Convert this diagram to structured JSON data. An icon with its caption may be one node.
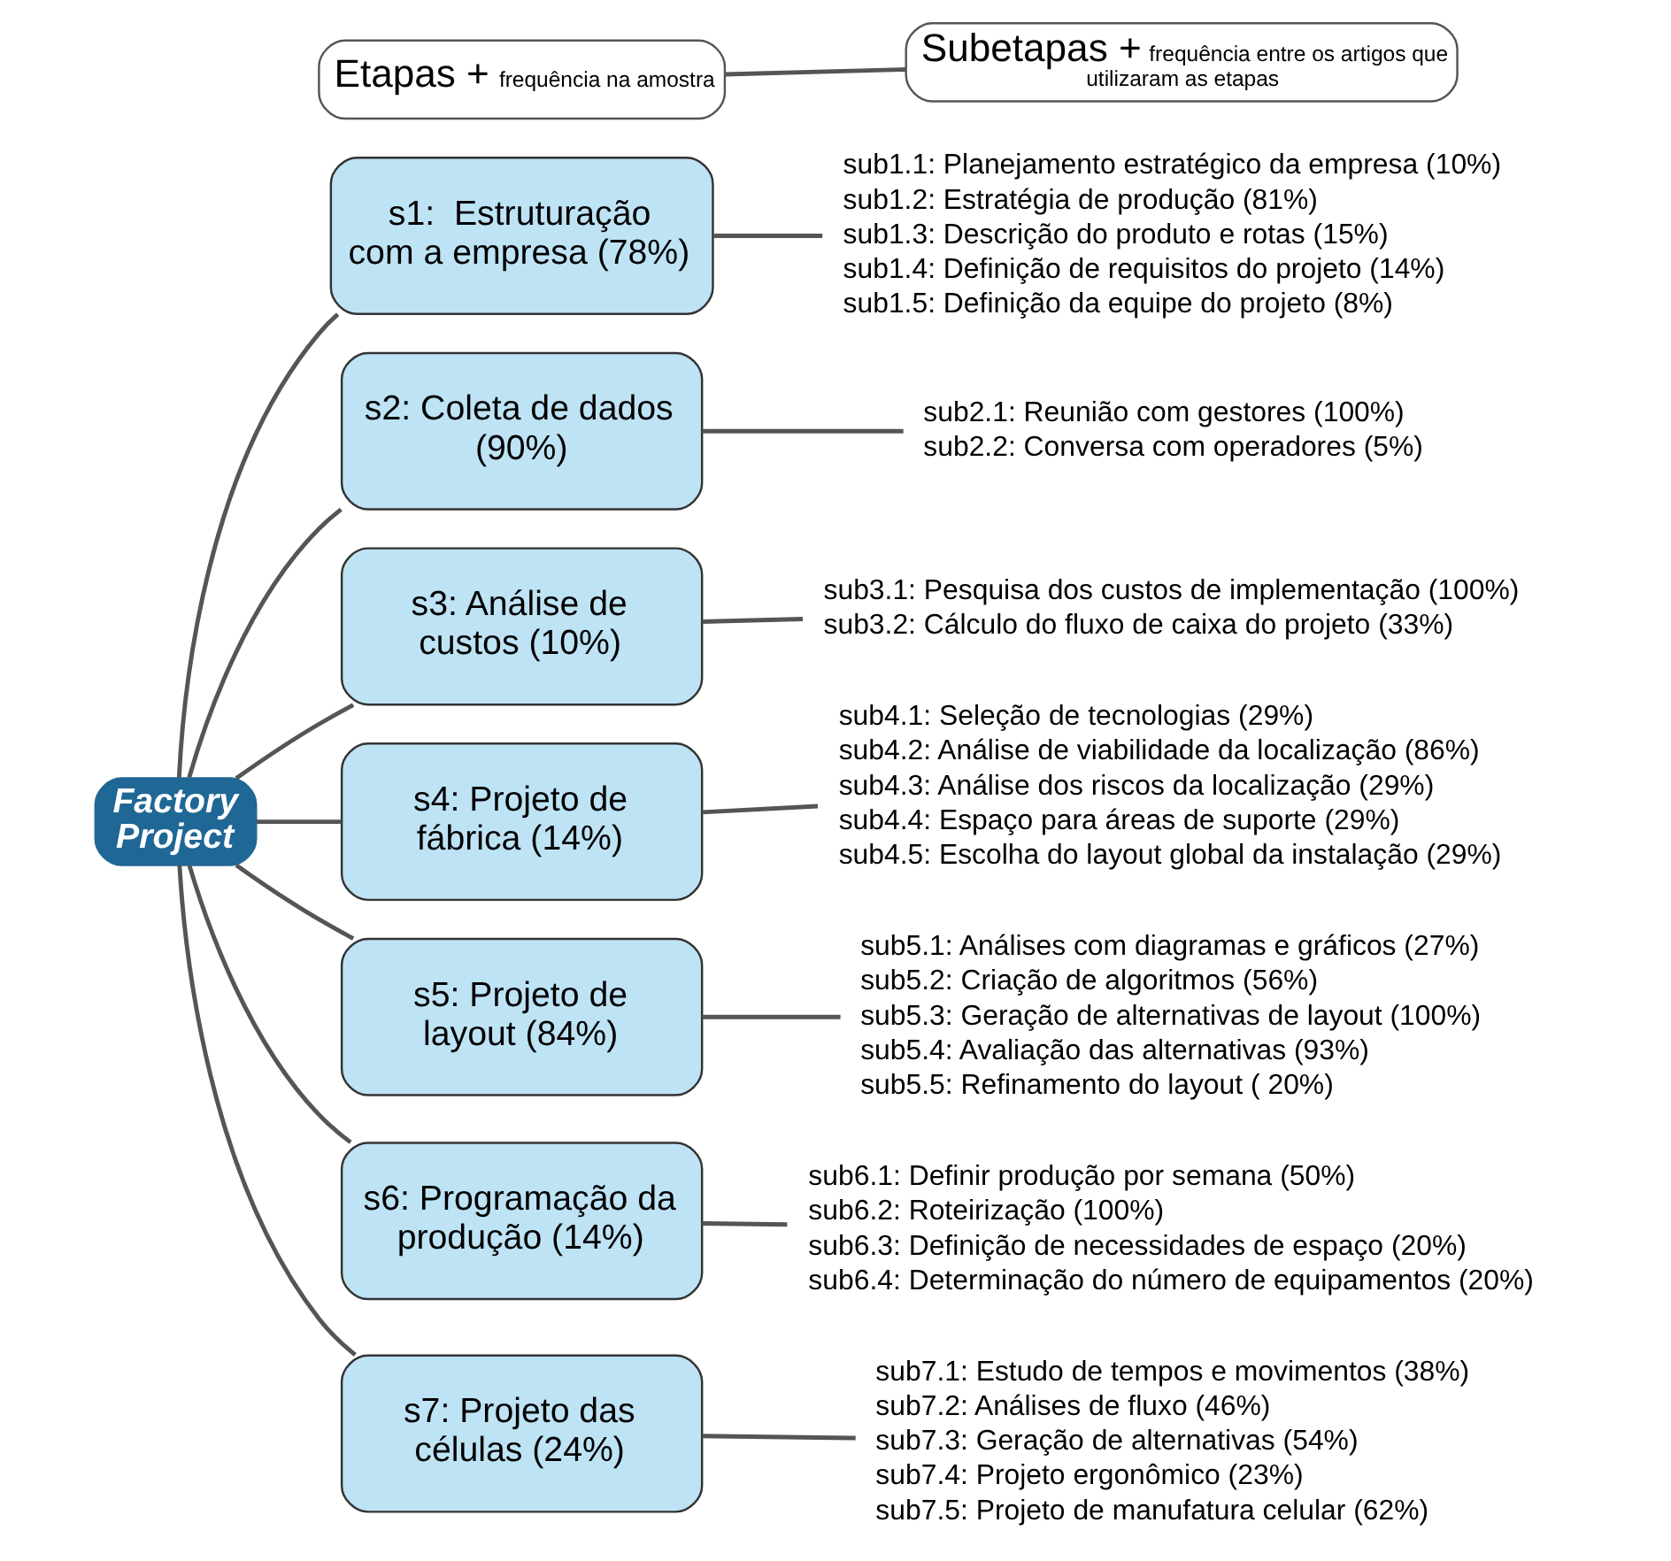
{
  "diagram": {
    "nodes": [
      {
        "text": [
          "Etapas +",
          "frequência na amostra"
        ]
      },
      {
        "text": [
          "Subetapas +",
          "frequência entre os artigos que utilizaram as etapas"
        ]
      },
      {
        "text": [
          "Factory Project"
        ]
      },
      {
        "text": [
          "s1:  Estruturação com a empresa (78%)"
        ]
      },
      {
        "text": [
          "sub1.1: Planejamento estratégico da empresa (10%)",
          "sub1.2: Estratégia de produção (81%)",
          "sub1.3: Descrição do produto e rotas (15%)",
          "sub1.4: Definição de requisitos do projeto (14%)",
          "sub1.5: Definição da equipe do projeto (8%)"
        ]
      },
      {
        "text": [
          "s2: Coleta de dados (90%)"
        ]
      },
      {
        "text": [
          "sub2.1: Reunião com gestores (100%)",
          "sub2.2: Conversa com operadores (5%)"
        ]
      },
      {
        "text": [
          "s3: Análise de custos (10%)"
        ]
      },
      {
        "text": [
          "sub3.1: Pesquisa dos custos de implementação (100%)",
          "sub3.2: Cálculo do fluxo de caixa do projeto (33%)"
        ]
      },
      {
        "text": [
          "s4: Projeto de fábrica (14%)"
        ]
      },
      {
        "text": [
          "sub4.1: Seleção de tecnologias (29%)",
          "sub4.2: Análise de viabilidade da localização (86%)",
          "sub4.3: Análise dos riscos da localização (29%)",
          "sub4.4: Espaço para áreas de suporte (29%)",
          "sub4.5: Escolha do layout global da instalação (29%)"
        ]
      },
      {
        "text": [
          "s5: Projeto de layout (84%)"
        ]
      },
      {
        "text": [
          "sub5.1: Análises com diagramas e gráficos (27%)",
          "sub5.2: Criação de algoritmos (56%)",
          "sub5.3: Geração de alternativas de layout (100%)",
          "sub5.4: Avaliação das alternativas (93%)",
          "sub5.5: Refinamento do layout ( 20%)"
        ]
      },
      {
        "text": [
          "s6: Programação da produção (14%)"
        ]
      },
      {
        "text": [
          "sub6.1: Definir produção por semana (50%)",
          "sub6.2: Roteirização (100%)",
          "sub6.3: Definição de necessidades de espaço (20%)",
          "sub6.4: Determinação do número de equipamentos (20%)"
        ]
      },
      {
        "text": [
          "s7: Projeto das células (24%)"
        ]
      },
      {
        "text": [
          "sub7.1: Estudo de tempos e movimentos (38%)",
          "sub7.2: Análises de fluxo (46%)",
          "sub7.3: Geração de alternativas (54%)",
          "sub7.4: Projeto ergonômico (23%)",
          "sub7.5: Projeto de manufatura celular (62%)"
        ]
      }
    ],
    "edges": [
      {
        "from": 0,
        "to": 1,
        "arrow": "none"
      },
      {
        "from": 2,
        "to": 3,
        "arrow": "none"
      },
      {
        "from": 2,
        "to": 5,
        "arrow": "none"
      },
      {
        "from": 2,
        "to": 7,
        "arrow": "none"
      },
      {
        "from": 2,
        "to": 9,
        "arrow": "none"
      },
      {
        "from": 2,
        "to": 11,
        "arrow": "none"
      },
      {
        "from": 2,
        "to": 13,
        "arrow": "none"
      },
      {
        "from": 2,
        "to": 15,
        "arrow": "none"
      },
      {
        "from": 3,
        "to": 4,
        "arrow": "none"
      },
      {
        "from": 5,
        "to": 6,
        "arrow": "none"
      },
      {
        "from": 7,
        "to": 8,
        "arrow": "none"
      },
      {
        "from": 9,
        "to": 10,
        "arrow": "none"
      },
      {
        "from": 11,
        "to": 12,
        "arrow": "none"
      },
      {
        "from": 13,
        "to": 14,
        "arrow": "none"
      },
      {
        "from": 15,
        "to": 16,
        "arrow": "none"
      }
    ]
  }
}
